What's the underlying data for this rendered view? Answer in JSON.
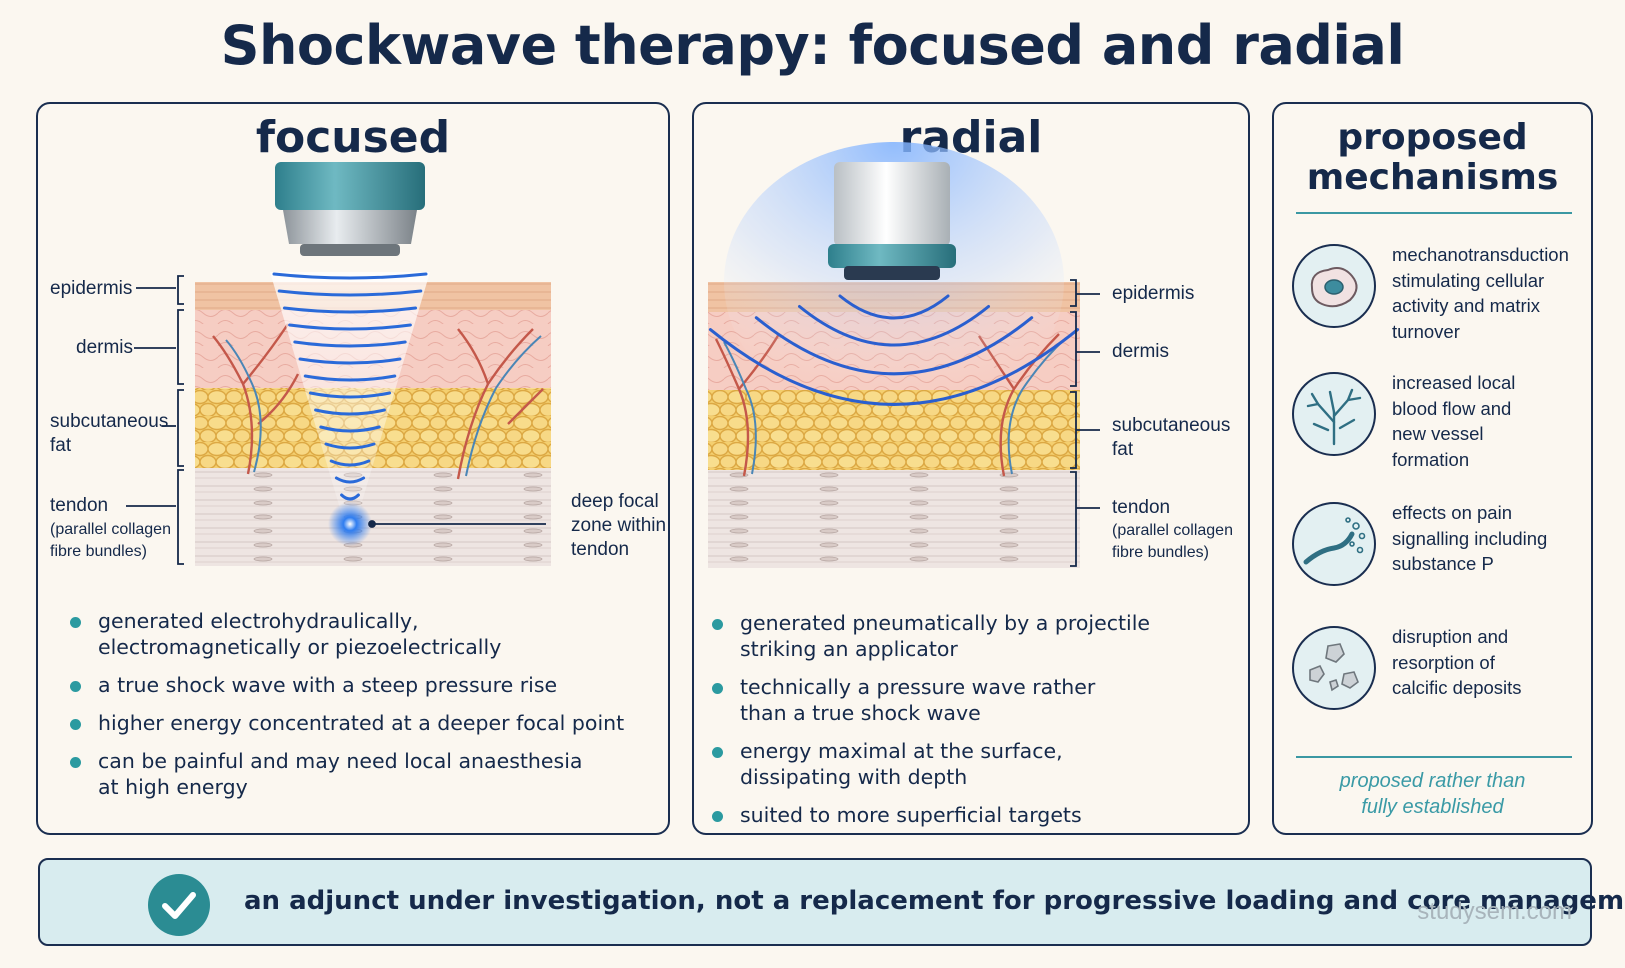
{
  "title": "Shockwave therapy: focused and radial",
  "focused": {
    "heading": "focused",
    "labels": {
      "epidermis": "epidermis",
      "dermis": "dermis",
      "fat_1": "subcutaneous",
      "fat_2": "fat",
      "tendon": "tendon",
      "tendon_note_1": "(parallel collagen",
      "tendon_note_2": "fibre bundles)",
      "focal_1": "deep focal",
      "focal_2": "zone within",
      "focal_3": "tendon"
    },
    "bullets": [
      {
        "line1": "generated electrohydraulically,",
        "line2": "electromagnetically or piezoelectrically"
      },
      {
        "line1": "a true shock wave with a steep pressure rise",
        "line2": ""
      },
      {
        "line1": "higher energy concentrated at a deeper focal point",
        "line2": ""
      },
      {
        "line1": "can be painful and may need local anaesthesia",
        "line2": "at high energy"
      }
    ]
  },
  "radial": {
    "heading": "radial",
    "labels": {
      "epidermis": "epidermis",
      "dermis": "dermis",
      "fat_1": "subcutaneous",
      "fat_2": "fat",
      "tendon": "tendon",
      "tendon_note_1": "(parallel collagen",
      "tendon_note_2": "fibre bundles)"
    },
    "bullets": [
      {
        "line1": "generated pneumatically by a projectile",
        "line2": "striking an applicator"
      },
      {
        "line1": "technically a pressure wave rather",
        "line2": "than a true shock wave"
      },
      {
        "line1": "energy maximal at the surface,",
        "line2": "dissipating with depth"
      },
      {
        "line1": "suited to more superficial targets",
        "line2": ""
      }
    ]
  },
  "mechanisms": {
    "heading_1": "proposed",
    "heading_2": "mechanisms",
    "items": [
      {
        "icon": "cell-icon",
        "l1": "mechanotransduction",
        "l2": "stimulating cellular",
        "l3": "activity and matrix",
        "l4": "turnover"
      },
      {
        "icon": "vessel-icon",
        "l1": "increased local",
        "l2": "blood flow and",
        "l3": "new vessel",
        "l4": "formation"
      },
      {
        "icon": "nerve-icon",
        "l1": "effects on pain",
        "l2": "signalling including",
        "l3": "substance P",
        "l4": ""
      },
      {
        "icon": "calcific-deposit-icon",
        "l1": "disruption and",
        "l2": "resorption of",
        "l3": "calcific deposits",
        "l4": ""
      }
    ],
    "note_1": "proposed rather than",
    "note_2": "fully established"
  },
  "banner": {
    "text": "an adjunct under investigation, not a replacement for progressive loading and core management",
    "watermark": "studysem.com"
  },
  "colors": {
    "navy": "#15294a",
    "teal": "#2b9aa0",
    "wave_blue": "#1f5fd1",
    "epidermis": "#f1c6a8",
    "dermis": "#f6cfc6",
    "fat": "#f5d27a",
    "tendon": "#efe7e4"
  }
}
